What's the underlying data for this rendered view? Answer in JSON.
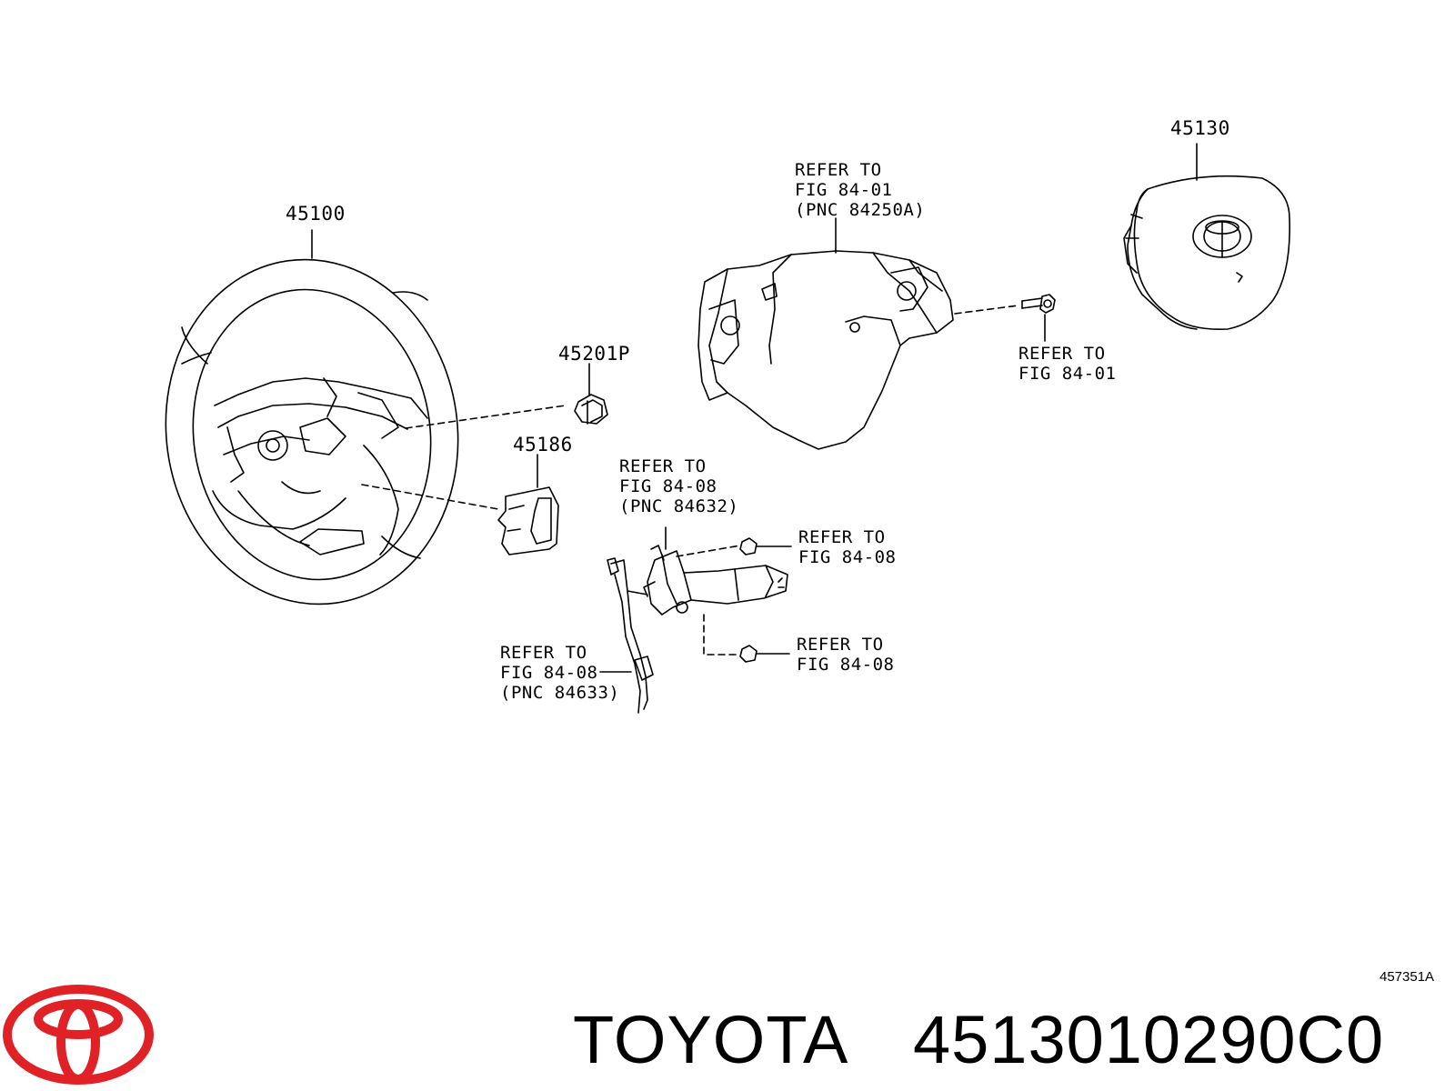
{
  "diagram_id": "457351A",
  "part_labels": {
    "steering_wheel": "45100",
    "airbag": "45130",
    "nut": "45201P",
    "cover": "45186"
  },
  "reference_notes": {
    "switch_assy": "REFER TO\nFIG 84-01\n(PNC 84250A)",
    "screw": "REFER TO\nFIG 84-01",
    "clock_spring": "REFER TO\nFIG 84-08\n(PNC 84632)",
    "screw_upper": "REFER TO\nFIG 84-08",
    "screw_lower": "REFER TO\nFIG 84-08",
    "wire_harness": "REFER TO\nFIG 84-08\n(PNC 84633)"
  },
  "caption": {
    "brand": "TOYOTA",
    "part_number": "4513010290C0"
  },
  "colors": {
    "line": "#000000",
    "logo_red": "#e02226",
    "background": "#ffffff"
  }
}
